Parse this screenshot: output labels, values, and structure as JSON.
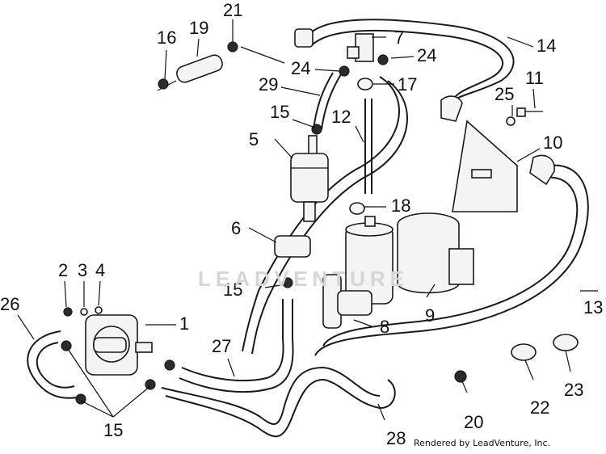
{
  "callouts": {
    "c1": "1",
    "c2": "2",
    "c3": "3",
    "c4": "4",
    "c5": "5",
    "c6": "6",
    "c7": "7",
    "c8": "8",
    "c9": "9",
    "c10": "10",
    "c11": "11",
    "c12": "12",
    "c13": "13",
    "c14": "14",
    "c15a": "15",
    "c15b": "15",
    "c15c": "15",
    "c16": "16",
    "c17": "17",
    "c18": "18",
    "c19": "19",
    "c20": "20",
    "c21": "21",
    "c22": "22",
    "c23": "23",
    "c24a": "24",
    "c24b": "24",
    "c25": "25",
    "c26": "26",
    "c27": "27",
    "c28": "28",
    "c29": "29"
  },
  "watermark": "LEADVENTURE",
  "credit": "Rendered by LeadVenture, Inc."
}
